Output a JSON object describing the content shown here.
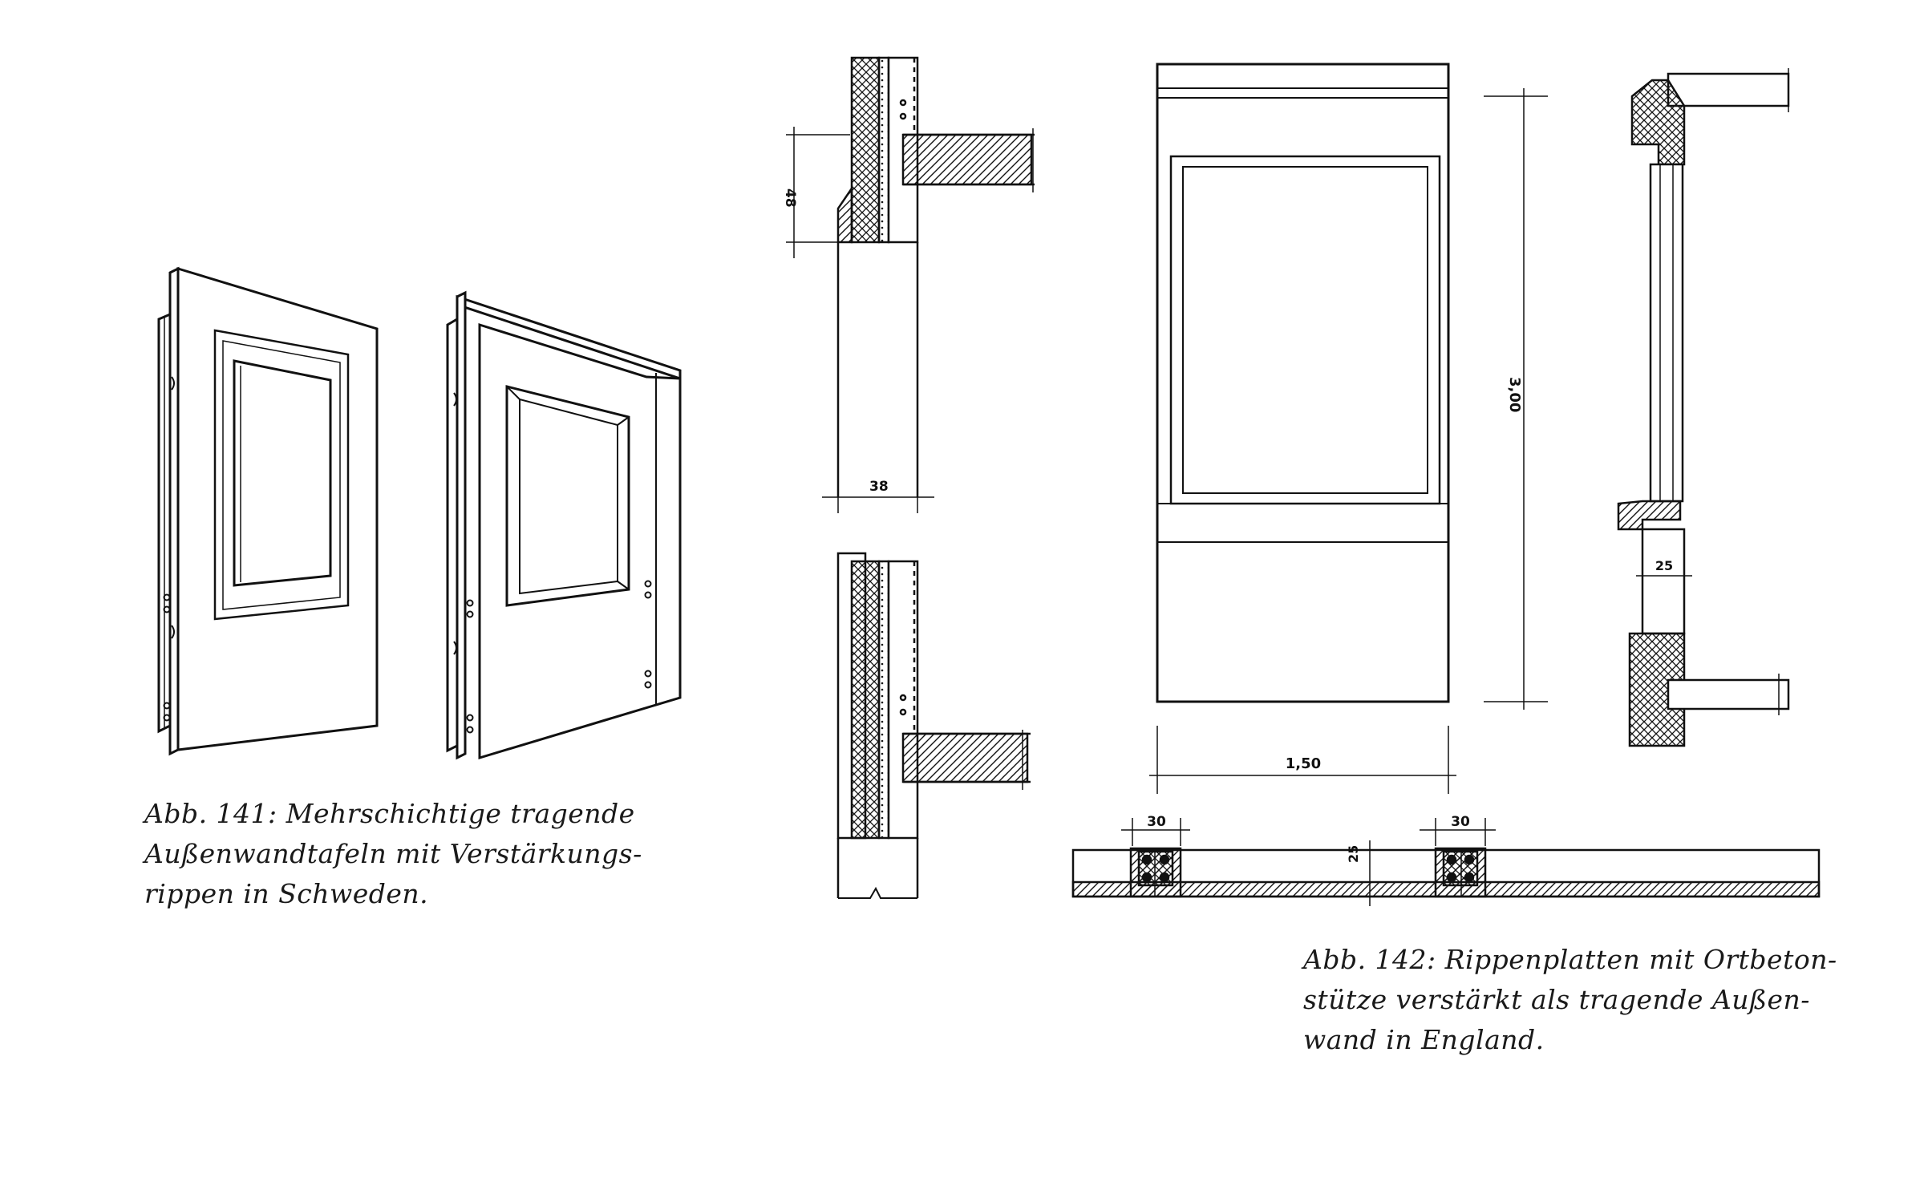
{
  "figure141": {
    "caption_lines": [
      "Abb. 141: Mehrschichtige tragende",
      "Außenwandtafeln mit Verstärkungs-",
      "rippen in Schweden."
    ]
  },
  "figure142": {
    "caption_lines": [
      "Abb. 142: Rippenplatten mit Ortbeton-",
      "stütze verstärkt als tragende Außen-",
      "wand in England."
    ],
    "dimensions": {
      "section_height": "48",
      "wall_thickness": "38",
      "panel_height": "3,00",
      "panel_width": "1,50",
      "rib_width_left": "30",
      "rib_width_right": "30",
      "plan_depth": "25",
      "side_section_depth": "25"
    }
  },
  "colors": {
    "ink": "#111111",
    "paper": "#ffffff"
  }
}
